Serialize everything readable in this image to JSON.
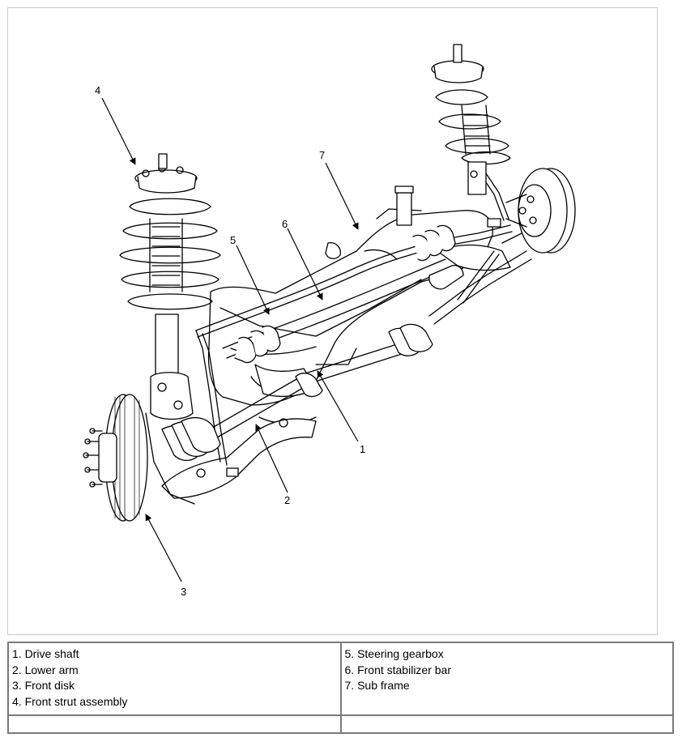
{
  "callouts": [
    "1",
    "2",
    "3",
    "4",
    "5",
    "6",
    "7"
  ],
  "legend": {
    "left": [
      "1. Drive shaft",
      "2. Lower arm",
      "3. Front disk",
      "4. Front strut assembly"
    ],
    "right": [
      "5. Steering gearbox",
      "6. Front stabilizer bar",
      "7. Sub frame"
    ]
  }
}
